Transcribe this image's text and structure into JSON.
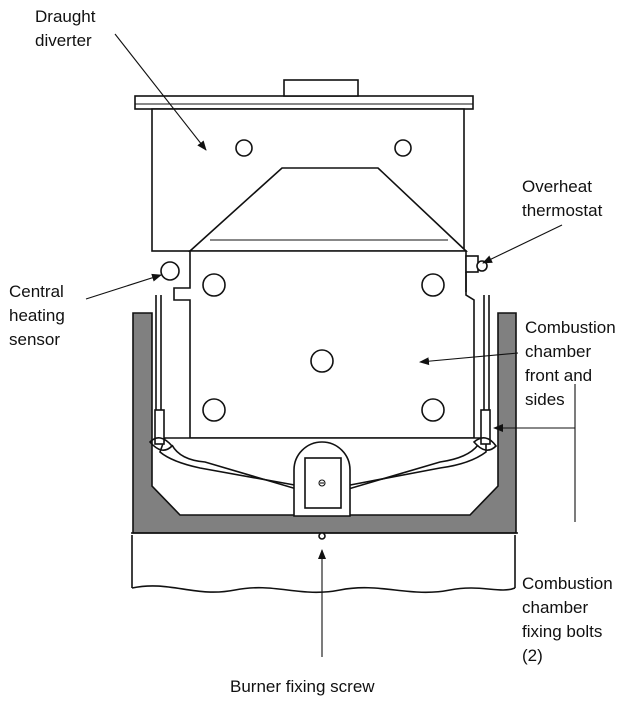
{
  "labels": {
    "draught_diverter": [
      "Draught",
      "diverter"
    ],
    "overheat_thermostat": [
      "Overheat",
      "thermostat"
    ],
    "central_heating_sensor": [
      "Central",
      "heating",
      "sensor"
    ],
    "combustion_chamber_front": [
      "Combustion",
      "chamber",
      "front and",
      "sides"
    ],
    "fixing_bolts": [
      "Combustion",
      "chamber",
      "fixing bolts",
      "(2)"
    ],
    "burner_fixing_screw": "Burner fixing screw"
  },
  "colors": {
    "line": "#111111",
    "chamber_fill": "#808080",
    "background": "#ffffff"
  }
}
